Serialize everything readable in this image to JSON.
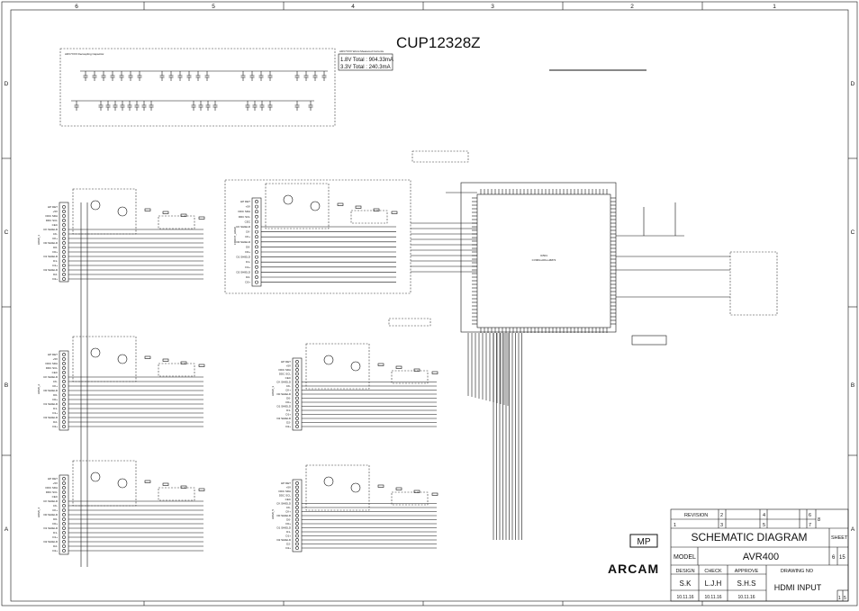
{
  "sheet": {
    "part_number": "CUP12328Z",
    "zone_columns": [
      "6",
      "5",
      "4",
      "3",
      "2",
      "1"
    ],
    "zone_rows": [
      "D",
      "C",
      "B",
      "A"
    ]
  },
  "current_note": {
    "title": "ADV7XXX Worst Measured Currents",
    "line1": "1.8V Total : 904.33mA",
    "line2": "3.3V Total : 240.3mA"
  },
  "decoupling": {
    "title": "ADV7XXX Decoupling Capacitor"
  },
  "hdmi_ic": {
    "ref": "IC501",
    "part": "CV06/LHOG-H6872"
  },
  "connectors": [
    {
      "label": "HDMI_1"
    },
    {
      "label": "FRONT_HDMI"
    },
    {
      "label": "HDMI_2"
    },
    {
      "label": "HDMI_3"
    },
    {
      "label": "HDMI_4"
    },
    {
      "label": "HDMI_5"
    }
  ],
  "pin_labels": [
    "HP DET",
    "+5V",
    "DDC SDA",
    "DDC SCL",
    "CEC",
    "CK SHIELD",
    "CK-",
    "CK+",
    "D0 SHIELD",
    "D0-",
    "D0+",
    "D1 SHIELD",
    "D1-",
    "D1+",
    "D2 SHIELD",
    "D2-",
    "D2+"
  ],
  "title_block": {
    "stamp": "MP",
    "logo": "ARCAM",
    "revision_label": "REVISION",
    "rev_cells": [
      "1",
      "2",
      "3",
      "4",
      "5",
      "6",
      "7",
      "8"
    ],
    "title": "SCHEMATIC DIAGRAM",
    "sheet_label": "SHEET",
    "model_label": "MODEL",
    "model": "AVR400",
    "sheet_no": "6",
    "sheet_total": "15",
    "design_label": "DESIGN",
    "check_label": "CHECK",
    "approve_label": "APPROVE",
    "drawing_no_label": "DRAWING NO",
    "designer": "S.K",
    "checker": "L.J.H",
    "approver": "S.H.S",
    "drawing_name": "HDMI INPUT",
    "design_date": "10.11.16",
    "check_date": "10.11.16",
    "approve_date": "10.11.16",
    "page_a": "1",
    "page_b": "5"
  }
}
